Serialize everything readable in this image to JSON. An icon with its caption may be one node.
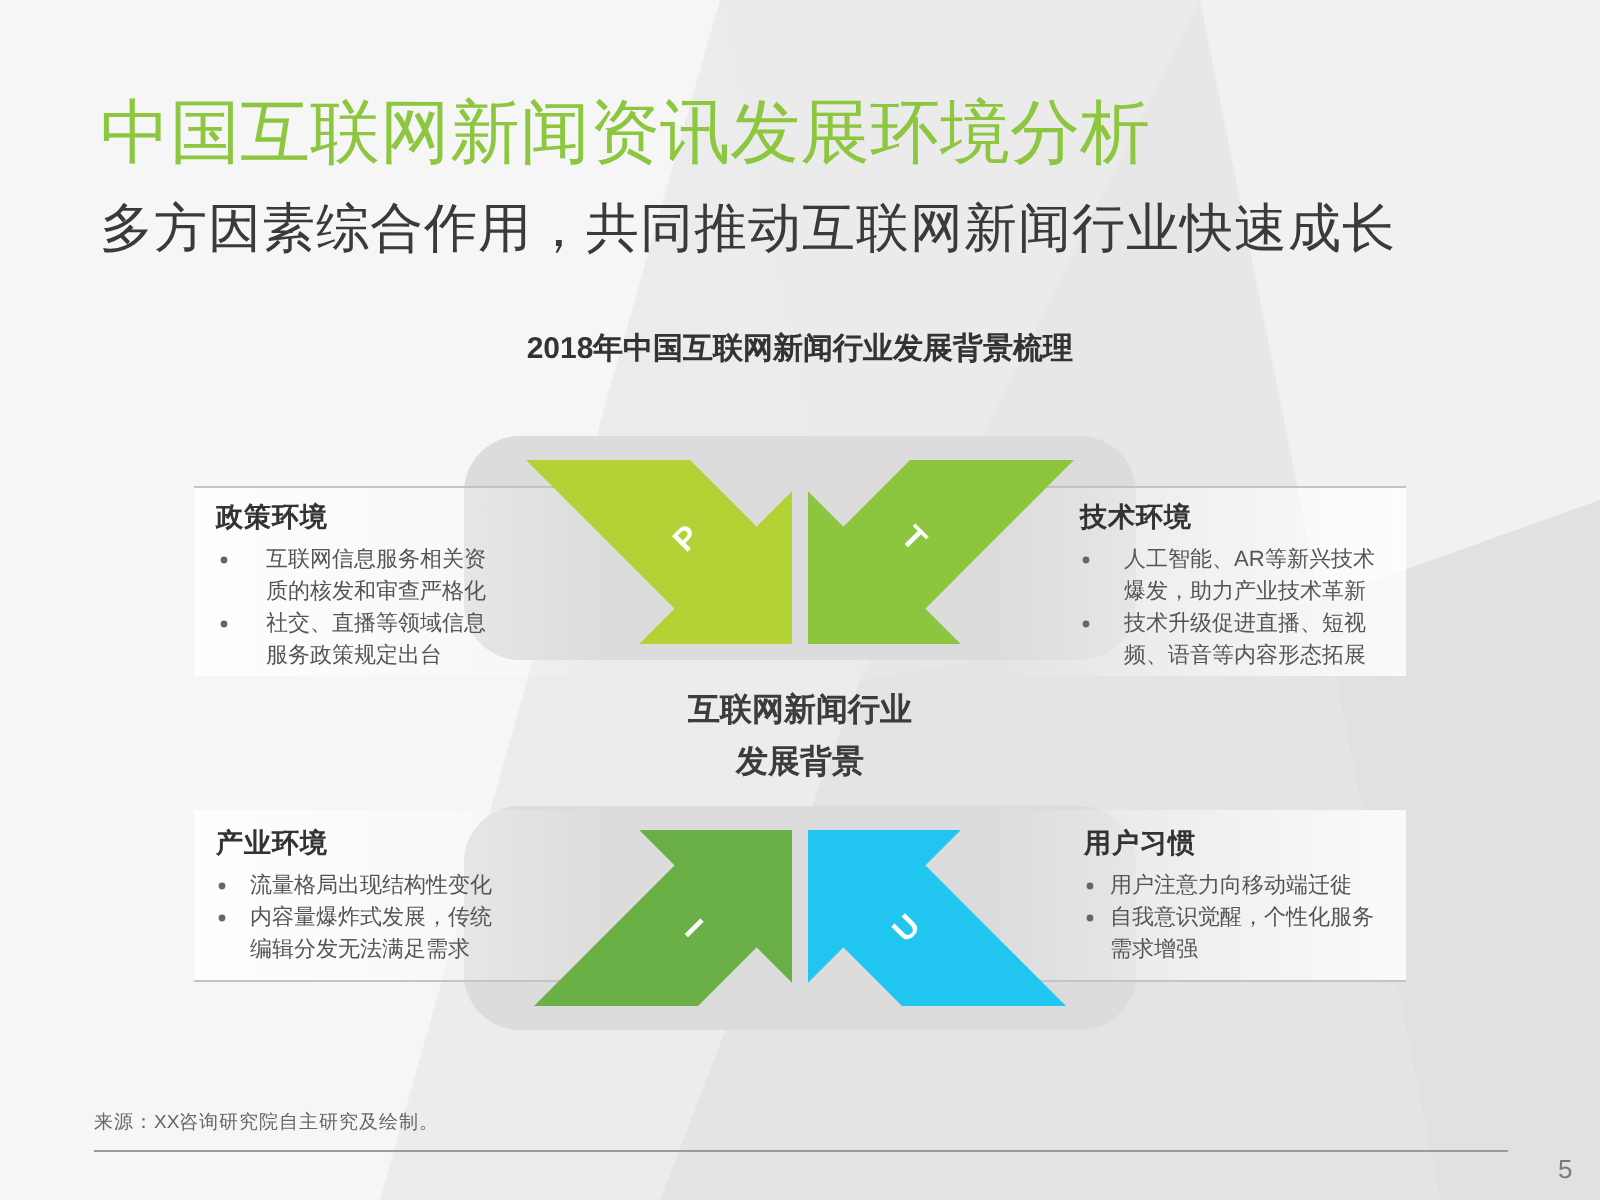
{
  "diagram": {
    "title": "中国互联网新闻资讯发展环境分析",
    "nodes": [
      {
        "text": [
          "政策环境",
          "互联网信息服务相关资质的核发和审查严格化",
          "社交、直播等领域信息服务政策规定出台"
        ]
      },
      {
        "text": [
          "技术环境",
          "人工智能、AR等新兴技术爆发，助力产业技术革新",
          "技术升级促进直播、短视频、语音等内容形态拓展"
        ]
      },
      {
        "text": [
          "互联网新闻行业发展背景"
        ]
      },
      {
        "text": [
          "产业环境",
          "流量格局出现结构性变化",
          "内容量爆炸式发展，传统编辑分发无法满足需求"
        ]
      },
      {
        "text": [
          "用户习惯",
          "用户注意力向移动端迁徙",
          "自我意识觉醒，个性化服务需求增强"
        ]
      }
    ],
    "edges": [
      {
        "from": 0,
        "to": 2,
        "arrow": "to",
        "label": "P",
        "color": "#b2d235"
      },
      {
        "from": 1,
        "to": 2,
        "arrow": "to",
        "label": "T",
        "color": "#8cc63f"
      },
      {
        "from": 3,
        "to": 2,
        "arrow": "to",
        "label": "I",
        "color": "#6ab046"
      },
      {
        "from": 4,
        "to": 2,
        "arrow": "to",
        "label": "U",
        "color": "#20c6ef"
      }
    ],
    "labels": [
      "多方因素综合作用，共同推动互联网新闻行业快速成长",
      "2018年中国互联网新闻行业发展背景梳理",
      "来源：XX咨询研究院自主研究及绘制。",
      "5"
    ]
  }
}
